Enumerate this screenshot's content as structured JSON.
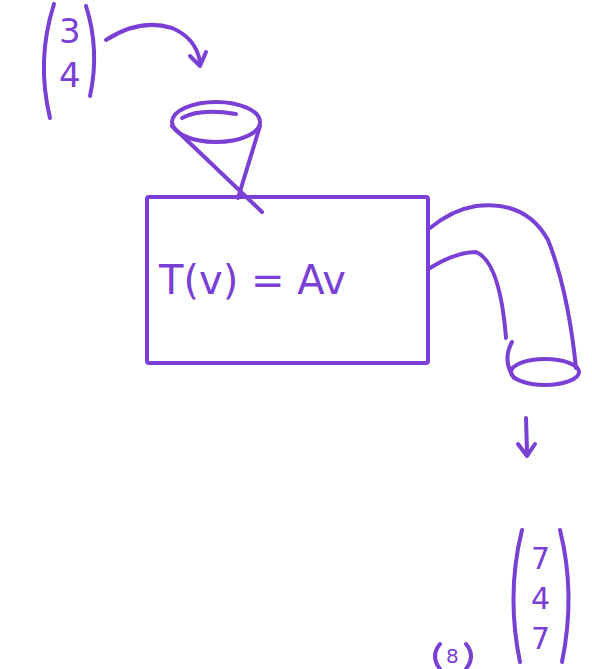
{
  "diagram": {
    "nodes": [
      {
        "text": [
          "T(v) = Av"
        ]
      }
    ],
    "labels": [
      "3",
      "4",
      "7",
      "4",
      "7",
      "8"
    ]
  }
}
